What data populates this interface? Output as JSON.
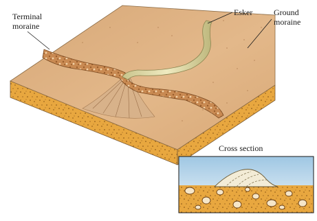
{
  "labels": {
    "terminal_moraine": [
      "Terminal",
      "moraine"
    ],
    "esker": "Esker",
    "ground_moraine": [
      "Ground",
      "moraine"
    ],
    "cross_section": "Cross section"
  }
}
